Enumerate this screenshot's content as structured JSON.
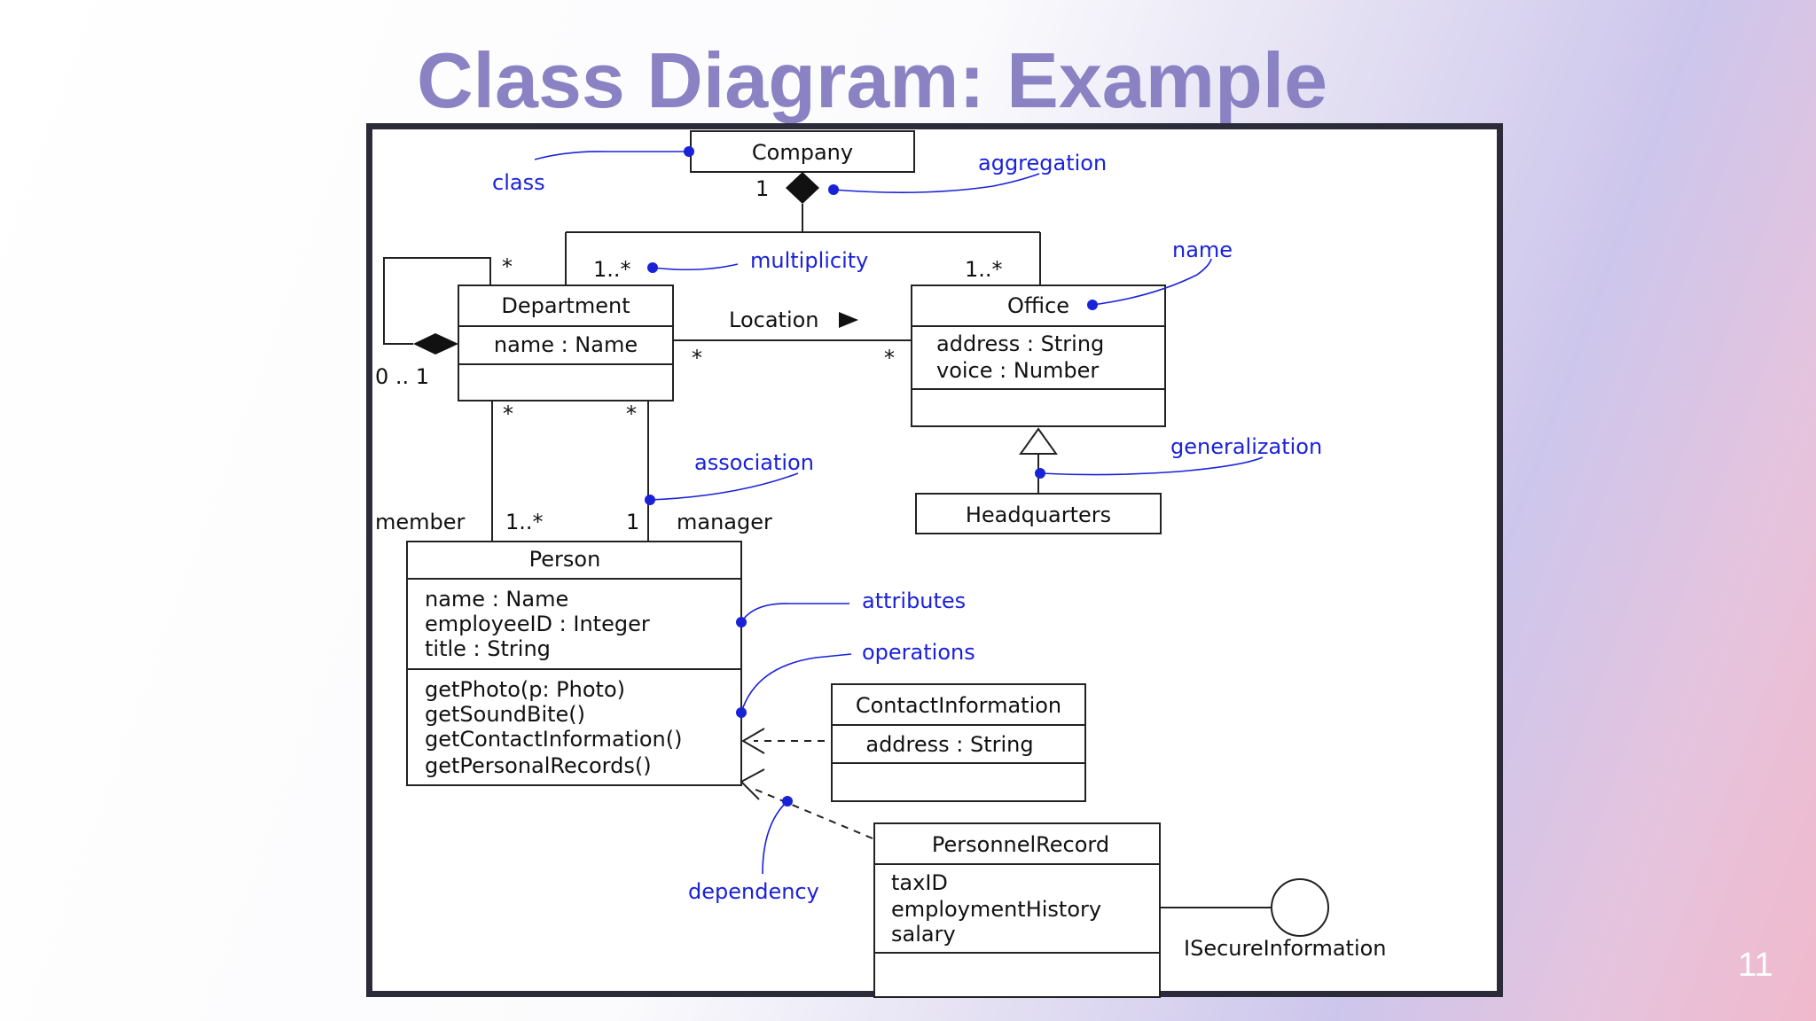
{
  "slide": {
    "title": "Class Diagram: Example",
    "page_number": "11"
  },
  "colors": {
    "title": "#8b82c4",
    "annotation": "#1a22d8",
    "frame": "#2b2b3a"
  },
  "classes": {
    "company": {
      "name": "Company"
    },
    "department": {
      "name": "Department",
      "attributes": [
        "name : Name"
      ]
    },
    "office": {
      "name": "Office",
      "attributes": [
        "address : String",
        "voice : Number"
      ]
    },
    "headquarters": {
      "name": "Headquarters"
    },
    "person": {
      "name": "Person",
      "attributes": [
        "name : Name",
        "employeeID : Integer",
        "title : String"
      ],
      "operations": [
        "getPhoto(p: Photo)",
        "getSoundBite()",
        "getContactInformation()",
        "getPersonalRecords()"
      ]
    },
    "contact": {
      "name": "ContactInformation",
      "attributes": [
        "address : String"
      ]
    },
    "personnel": {
      "name": "PersonnelRecord",
      "attributes": [
        "taxID",
        "employmentHistory",
        "salary"
      ]
    }
  },
  "interface_label": "ISecureInformation",
  "association_labels": {
    "location": "Location",
    "member": "member",
    "manager": "manager"
  },
  "multiplicities": {
    "company_one": "1",
    "company_dept": "1..*",
    "company_office": "1..*",
    "dept_self_star": "*",
    "dept_self_zero_one": "0 .. 1",
    "location_dept": "*",
    "location_office": "*",
    "dept_member_star": "*",
    "dept_manager_star": "*",
    "member_person": "1..*",
    "manager_person": "1"
  },
  "annotations": {
    "class": "class",
    "aggregation": "aggregation",
    "multiplicity": "multiplicity",
    "name": "name",
    "association": "association",
    "generalization": "generalization",
    "attributes": "attributes",
    "operations": "operations",
    "dependency": "dependency"
  }
}
